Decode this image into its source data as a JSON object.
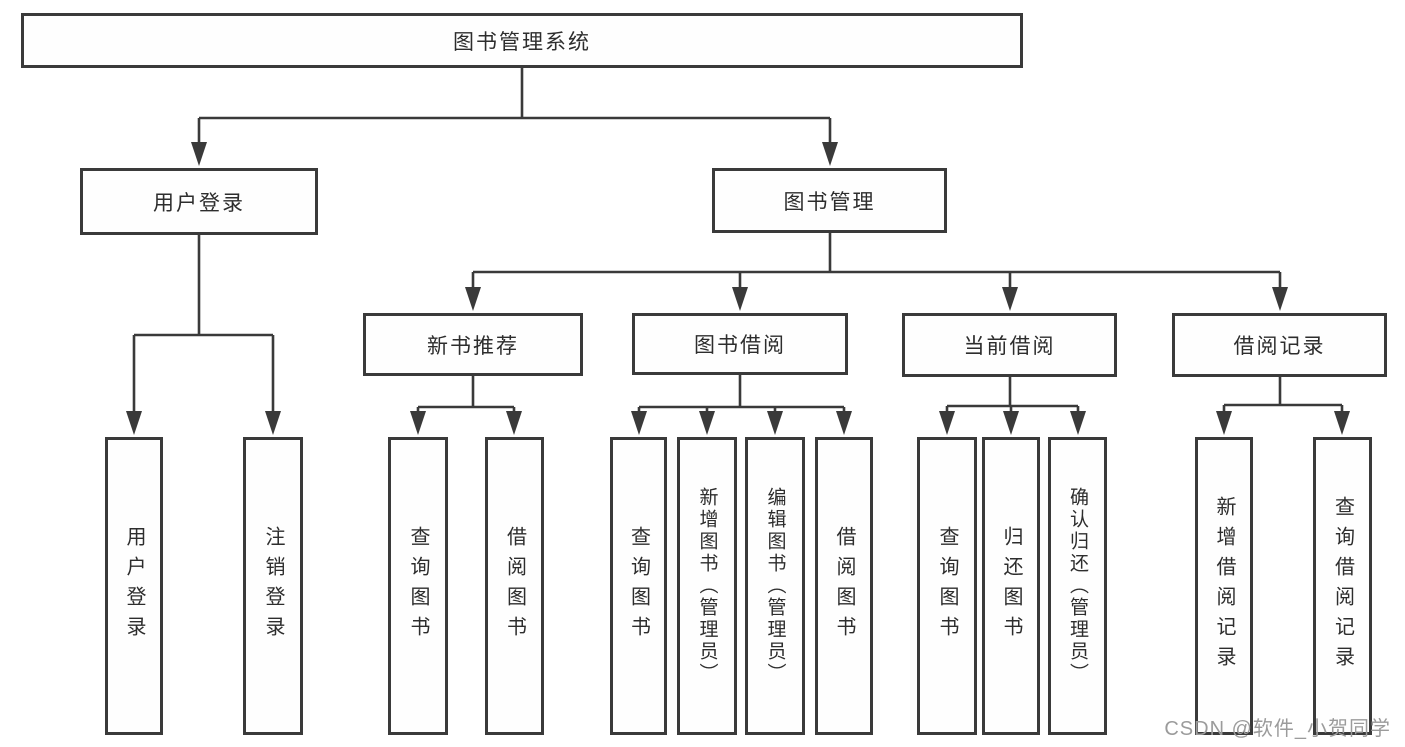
{
  "tree": {
    "label": "图书管理系统",
    "children": [
      {
        "label": "用户登录",
        "children": [
          {
            "label": "用户登录"
          },
          {
            "label": "注销登录"
          }
        ]
      },
      {
        "label": "图书管理",
        "children": [
          {
            "label": "新书推荐",
            "children": [
              {
                "label": "查询图书"
              },
              {
                "label": "借阅图书"
              }
            ]
          },
          {
            "label": "图书借阅",
            "children": [
              {
                "label": "查询图书"
              },
              {
                "label": "新增图书（管理员）"
              },
              {
                "label": "编辑图书（管理员）"
              },
              {
                "label": "借阅图书"
              }
            ]
          },
          {
            "label": "当前借阅",
            "children": [
              {
                "label": "查询图书"
              },
              {
                "label": "归还图书"
              },
              {
                "label": "确认归还（管理员）"
              }
            ]
          },
          {
            "label": "借阅记录",
            "children": [
              {
                "label": "新增借阅记录"
              },
              {
                "label": "查询借阅记录"
              }
            ]
          }
        ]
      }
    ]
  },
  "watermark": "CSDN @软件_小贺同学",
  "colors": {
    "line": "#3a3a3a",
    "box_border": "#3a3a3a",
    "text": "#2d2d2d",
    "background": "#ffffff",
    "watermark": "#9b9b9b"
  }
}
